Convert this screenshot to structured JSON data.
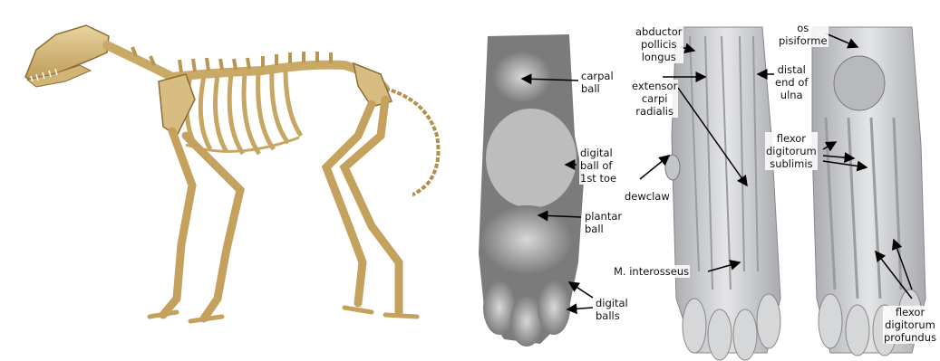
{
  "labels": {
    "carpal_ball": "carpal\nball",
    "digital_ball_1st": "digital\nball of\n1st toe",
    "plantar_ball": "plantar\nball",
    "digital_balls": "digital\nballs",
    "abductor": "abductor\npollicis\nlongus",
    "extensor": "extensor\ncarpi\nradialis",
    "dewclaw": "dewclaw",
    "interosseus": "M. interosseus",
    "os_pisiforme": "os\npisiforme",
    "distal_ulna": "distal\nend of\nulna",
    "flexor_sublimis": "flexor\ndigitorum\nsublimis",
    "flexor_profundus": "flexor\ndigitorum\nprofundus"
  },
  "colors": {
    "bone": "#d9bf85",
    "bone_shadow": "#a9884c",
    "paw_dark": "#5a5a5a",
    "paw_light": "#c8c8c8",
    "muscle": "#cfd0d3",
    "arrow": "#000000"
  }
}
